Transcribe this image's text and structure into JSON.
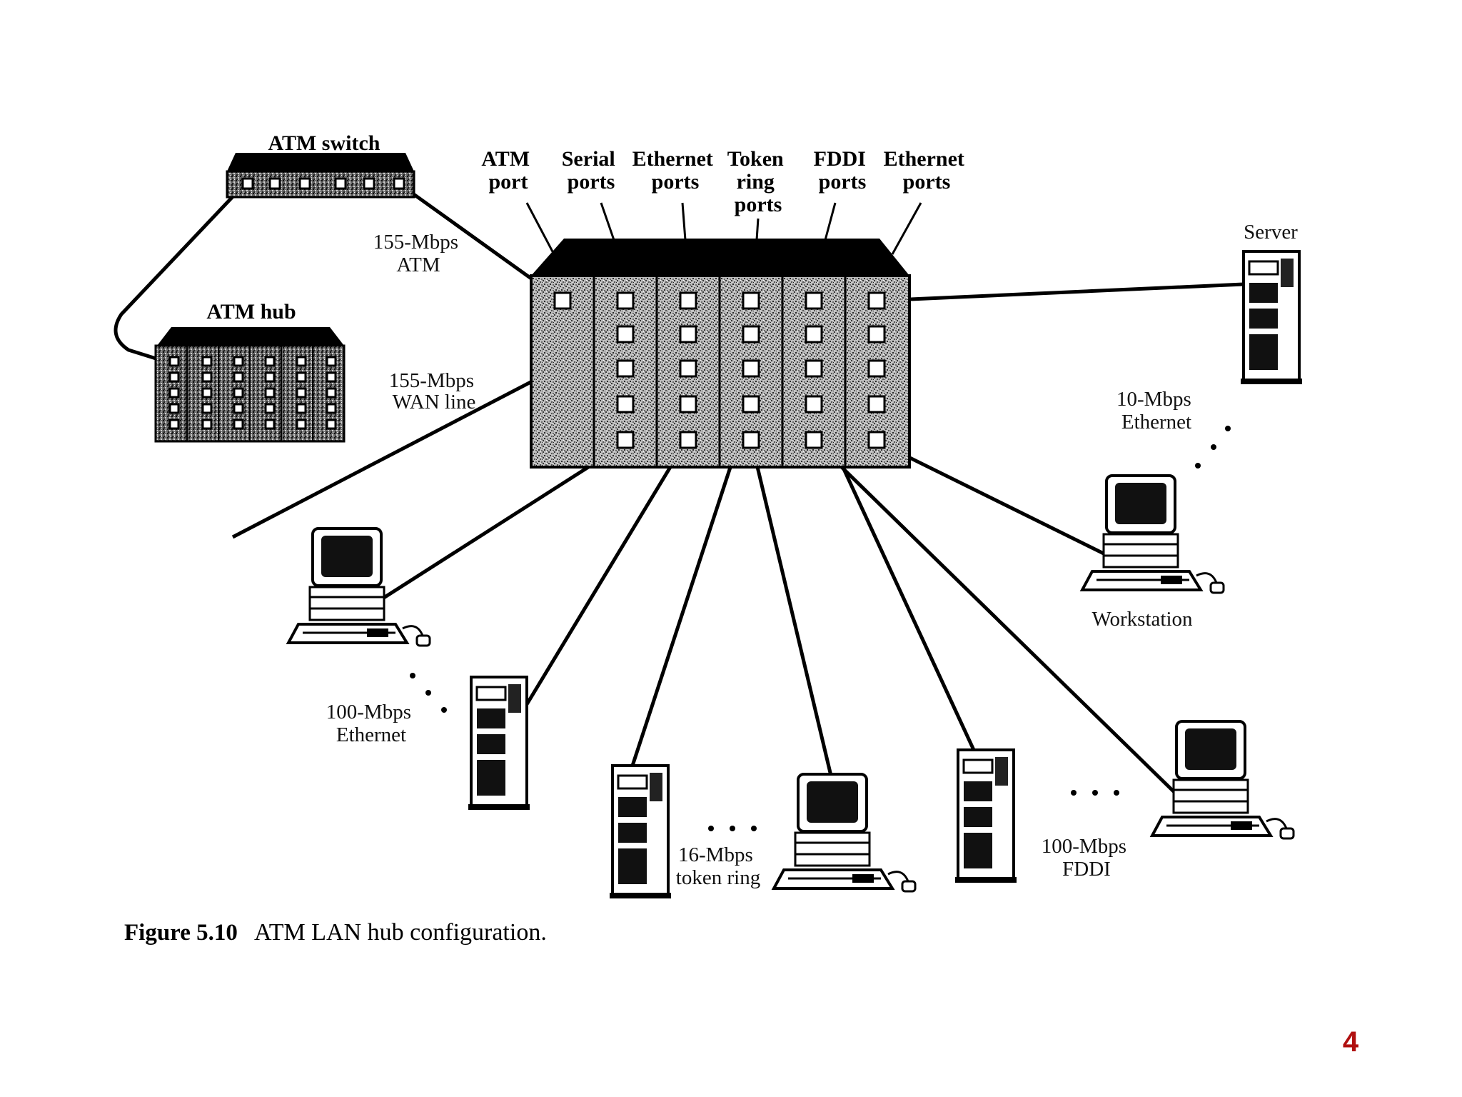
{
  "labels": {
    "atm_switch": "ATM switch",
    "atm_hub": "ATM hub",
    "link_155_atm": [
      "155-Mbps",
      "ATM"
    ],
    "link_155_wan": [
      "155-Mbps",
      "WAN line"
    ],
    "port_atm": [
      "ATM",
      "port"
    ],
    "port_serial": [
      "Serial",
      "ports"
    ],
    "port_ethernet": [
      "Ethernet",
      "ports"
    ],
    "port_token": [
      "Token",
      "ring",
      "ports"
    ],
    "port_fddi": [
      "FDDI",
      "ports"
    ],
    "port_ethernet2": [
      "Ethernet",
      "ports"
    ],
    "server": "Server",
    "eth10": [
      "10-Mbps",
      "Ethernet"
    ],
    "workstation": "Workstation",
    "eth100": [
      "100-Mbps",
      "Ethernet"
    ],
    "token16": [
      "16-Mbps",
      "token ring"
    ],
    "fddi100": [
      "100-Mbps",
      "FDDI"
    ]
  },
  "caption": {
    "label": "Figure 5.10",
    "text": "ATM LAN hub configuration."
  },
  "page_number": "4",
  "colors": {
    "ink": "#000000",
    "page_number": "#b01010",
    "background": "#ffffff"
  }
}
